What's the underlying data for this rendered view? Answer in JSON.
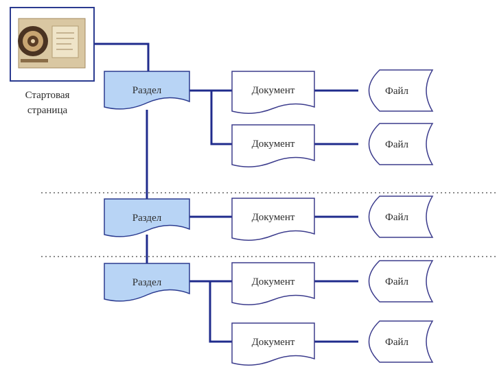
{
  "start_page": {
    "caption_line1": "Стартовая",
    "caption_line2": "страница"
  },
  "sections": [
    {
      "label": "Раздел",
      "documents": [
        {
          "label": "Документ",
          "file": "Файл"
        },
        {
          "label": "Документ",
          "file": "Файл"
        }
      ]
    },
    {
      "label": "Раздел",
      "documents": [
        {
          "label": "Документ",
          "file": "Файл"
        }
      ]
    },
    {
      "label": "Раздел",
      "documents": [
        {
          "label": "Документ",
          "file": "Файл"
        },
        {
          "label": "Документ",
          "file": "Файл"
        }
      ]
    }
  ],
  "colors": {
    "connector": "#1f2b8c",
    "section_fill": "#b8d4f5",
    "section_stroke": "#2a3a8f",
    "document_stroke": "#3b3b8c",
    "divider": "#8a8a8a"
  }
}
